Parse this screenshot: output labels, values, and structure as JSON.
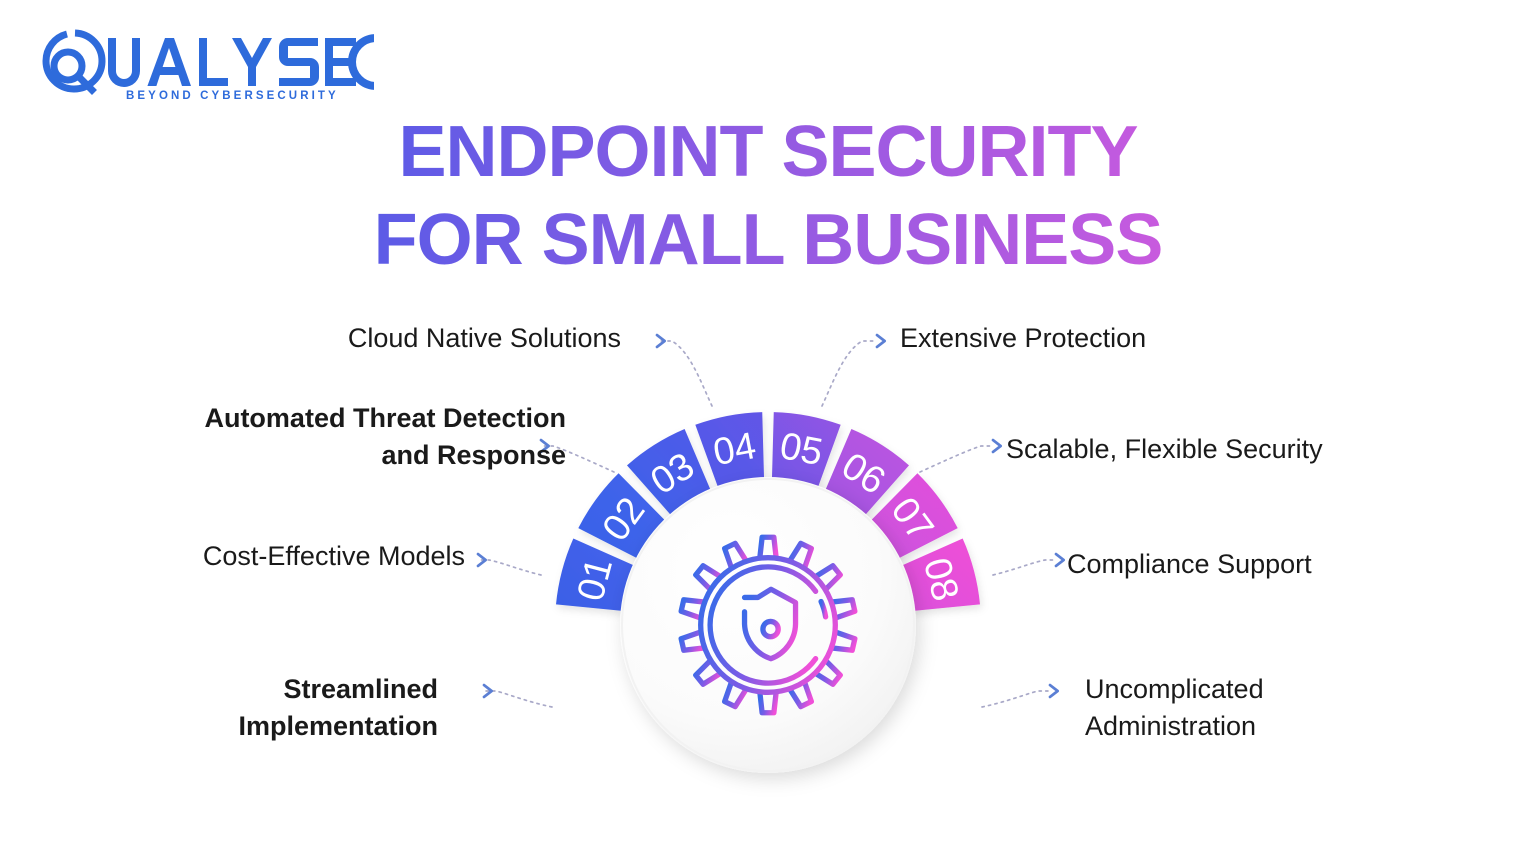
{
  "brand": {
    "name": "QUALYSEC",
    "tagline": "BEYOND CYBERSECURITY",
    "logo_color": "#2E6BDB"
  },
  "title": {
    "line1": "ENDPOINT SECURITY",
    "line2": "FOR SMALL BUSINESS",
    "gradient_from": "#3268E8",
    "gradient_to": "#F95BD8"
  },
  "frame": {
    "style": "dashed",
    "left_color": "#2E5FD0",
    "right_color": "#E85BE0"
  },
  "center": {
    "icon": "gear-shield-lock-icon",
    "icon_gradient_from": "#3A6BE8",
    "icon_gradient_to": "#F050D8"
  },
  "wheel": {
    "type": "semicircle-segments",
    "segment_count": 8,
    "segments": [
      {
        "number": "01",
        "label": "Streamlined\nImplementation",
        "side": "left",
        "color": "#3D63E8"
      },
      {
        "number": "02",
        "label": "Cost-Effective Models",
        "side": "left",
        "color": "#3A62E9"
      },
      {
        "number": "03",
        "label": "Automated Threat Detection\nand Response",
        "side": "left",
        "color": "#4063EA"
      },
      {
        "number": "04",
        "label": "Cloud Native Solutions",
        "side": "left",
        "color": "#5356E8"
      },
      {
        "number": "05",
        "label": "Extensive Protection",
        "side": "right",
        "color": "#7C56E6"
      },
      {
        "number": "06",
        "label": "Scalable, Flexible Security",
        "side": "right",
        "color": "#A956E2"
      },
      {
        "number": "07",
        "label": "Compliance Support",
        "side": "right",
        "color": "#D253DE"
      },
      {
        "number": "08",
        "label": "Uncomplicated\nAdministration",
        "side": "right",
        "color": "#E852DC"
      }
    ]
  },
  "connector": {
    "style": "dotted-curve-with-arrow",
    "color": "#9AA8D8",
    "arrow_color": "#5B7FD4"
  }
}
